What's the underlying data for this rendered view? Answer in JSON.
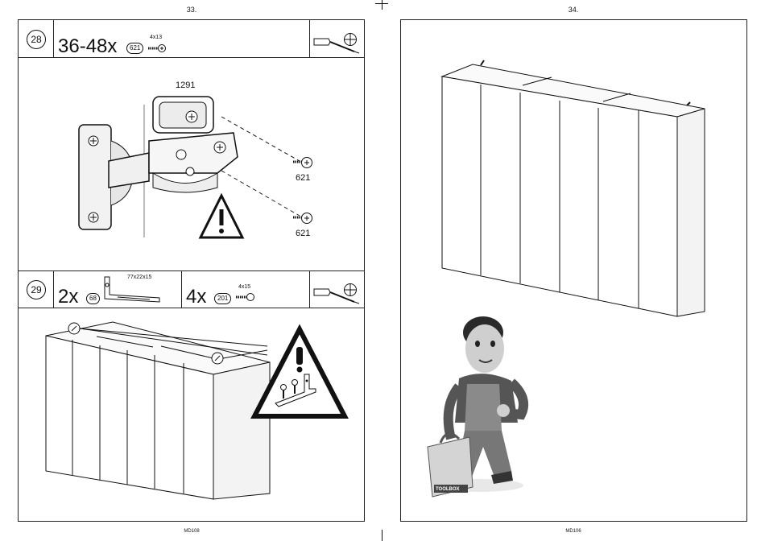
{
  "left_page": {
    "page_number": "33.",
    "footer": "MD108",
    "step28": {
      "step_number": "28",
      "quantity": "36-48x",
      "part_code": "621",
      "screw_size": "4x13",
      "dimension": "1291",
      "callout1": "621",
      "callout2": "621"
    },
    "step29": {
      "step_number": "29",
      "bracket_qty": "2x",
      "bracket_code": "68",
      "bracket_size": "77x22x15",
      "screw_qty": "4x",
      "screw_code": "201",
      "screw_size": "4x15"
    }
  },
  "right_page": {
    "page_number": "34.",
    "footer": "MD106",
    "toolbox_label": "TOOLBOX"
  }
}
